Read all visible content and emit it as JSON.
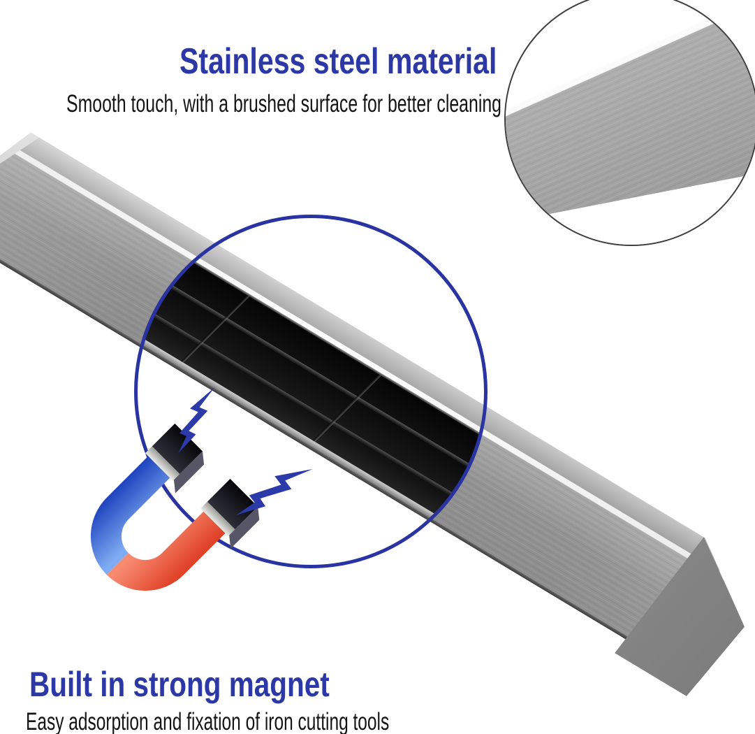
{
  "annotations": {
    "top": {
      "title": "Stainless steel material",
      "subtitle": "Smooth touch, with a brushed surface for better cleaning"
    },
    "bottom": {
      "title": "Built in strong magnet",
      "subtitle": "Easy adsorption and fixation of iron cutting tools"
    }
  },
  "colors": {
    "accent_blue": "#2b38a5",
    "circle_blue": "#2a33a2",
    "bolt_blue": "#2b3aa8",
    "steel_light_face": "#a8a8a8",
    "steel_mid": "#939393",
    "steel_dark": "#8d8d8d",
    "steel_top_face": "#c9c9c9",
    "steel_highlight": "#f5f5f5",
    "magnet_cavity_black": "#0d0d0d",
    "magnet_icon_blue": "#1b40bd",
    "magnet_icon_blue_light": "#7fabf2",
    "magnet_icon_red": "#dd3a20",
    "magnet_icon_red_light": "#f88a70",
    "magnet_tip_dark": "#14141c",
    "magnet_tip_side": "#565666",
    "magnet_tip_band": "#e8e8e8",
    "detail_circle_stroke": "#3f3f3f"
  },
  "icons": [
    "horseshoe-magnet-icon",
    "lightning-bolt-icon",
    "magnifier-detail-circle",
    "highlight-circle"
  ]
}
